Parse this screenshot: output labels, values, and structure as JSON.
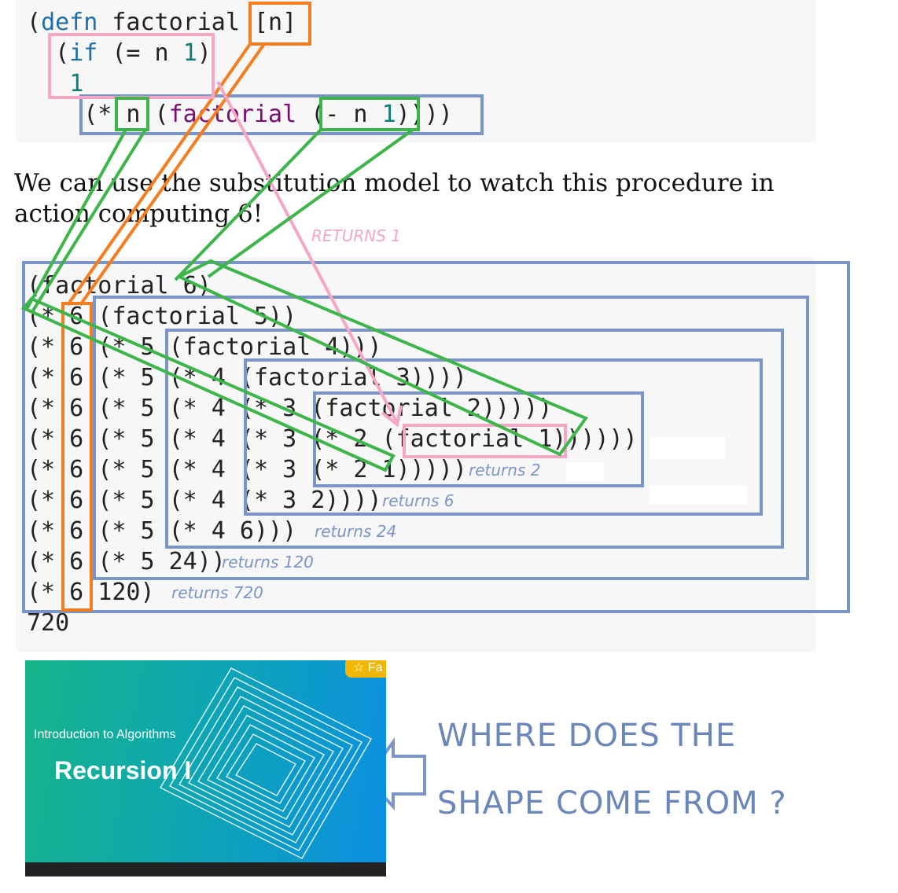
{
  "top_code": {
    "line1": {
      "open": "(",
      "defn": "defn",
      "name": " factorial ",
      "param": "[n]"
    },
    "line2": {
      "indent": "  ",
      "open": "(",
      "if": "if",
      "cond_open": " (= n ",
      "one": "1",
      "close": ")"
    },
    "line3": {
      "indent": "   ",
      "one": "1"
    },
    "line4": {
      "indent": "    ",
      "a": "(* n (",
      "fn": "factorial",
      "b": " (- n ",
      "one": "1",
      "c": "))))"
    }
  },
  "prose": "We can use the substitution model to watch this procedure in action computing 6!",
  "trace_lines": [
    "(factorial 6)",
    "(* 6 (factorial 5))",
    "(* 6 (* 5 (factorial 4)))",
    "(* 6 (* 5 (* 4 (factorial 3))))",
    "(* 6 (* 5 (* 4 (* 3 (factorial 2)))))",
    "(* 6 (* 5 (* 4 (* 3 (* 2 (factorial 1))))))",
    "(* 6 (* 5 (* 4 (* 3 (* 2 1)))))",
    "(* 6 (* 5 (* 4 (* 3 2))))",
    "(* 6 (* 5 (* 4 6)))",
    "(* 6 (* 5 24))",
    "(* 6 120)",
    "720"
  ],
  "annotations": {
    "returns_1": "RETURNS 1",
    "returns_2": "returns 2",
    "returns_6": "returns 6",
    "returns_24": "returns 24",
    "returns_120": "returns 120",
    "returns_720": "returns 720",
    "question_line1": "WHERE DOES THE",
    "question_line2": "SHAPE COME FROM ?"
  },
  "thumbnail": {
    "subtitle": "Introduction to Algorithms",
    "title": "Recursion I",
    "badge": "☆ Fa"
  },
  "colors": {
    "orange": "#f57c1f",
    "pink": "#f4a6c4",
    "green": "#3db54a",
    "blue": "#7b95c6",
    "keyword": "#1f6fa8",
    "function": "#7a0c73",
    "number": "#0f7b7b"
  }
}
